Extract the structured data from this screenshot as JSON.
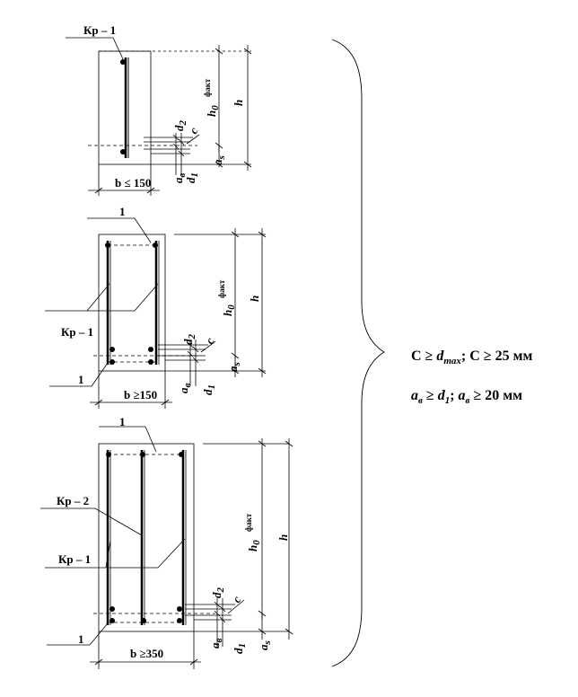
{
  "section1": {
    "bar_label": "Кр – 1",
    "width_label": "b ≤ 150",
    "h": "h",
    "h0": "h",
    "h0_sub": "0",
    "fakt": "факт",
    "d2": "d",
    "d2_sub": "2",
    "d1": "d",
    "d1_sub": "1",
    "c": "c",
    "ab": "a",
    "ab_sub": "в",
    "as": "a",
    "as_sub": "s"
  },
  "section2": {
    "label_1_top": "1",
    "bar_label": "Кр – 1",
    "label_1_bottom": "1",
    "width_label": "b ≥150",
    "h": "h",
    "h0": "h",
    "h0_sub": "0",
    "fakt": "факт",
    "d2": "d",
    "d2_sub": "2",
    "d1": "d",
    "d1_sub": "1",
    "c": "c",
    "ab": "a",
    "ab_sub": "в",
    "as": "a",
    "as_sub": "s"
  },
  "section3": {
    "label_1_top": "1",
    "bar_label_2": "Кр – 2",
    "bar_label_1": "Кр – 1",
    "label_1_bottom": "1",
    "width_label": "b ≥350",
    "h": "h",
    "h0": "h",
    "h0_sub": "0",
    "fakt": "факт",
    "d2": "d",
    "d2_sub": "2",
    "d1": "d",
    "d1_sub": "1",
    "c": "c",
    "ab": "a",
    "ab_sub": "в",
    "as": "a",
    "as_sub": "s"
  },
  "formulas": {
    "line1": {
      "c1": "C ≥ ",
      "dmax": "d",
      "dmax_sub": "max",
      "sep": "; C ≥ 25 мм"
    },
    "line2": {
      "a1": "a",
      "a1_sub": "в",
      "mid1": " ≥ ",
      "d1": "d",
      "d1_sub": "1",
      "sep": "; ",
      "a2": "a",
      "a2_sub": "в",
      "end": " ≥ 20 мм"
    }
  }
}
